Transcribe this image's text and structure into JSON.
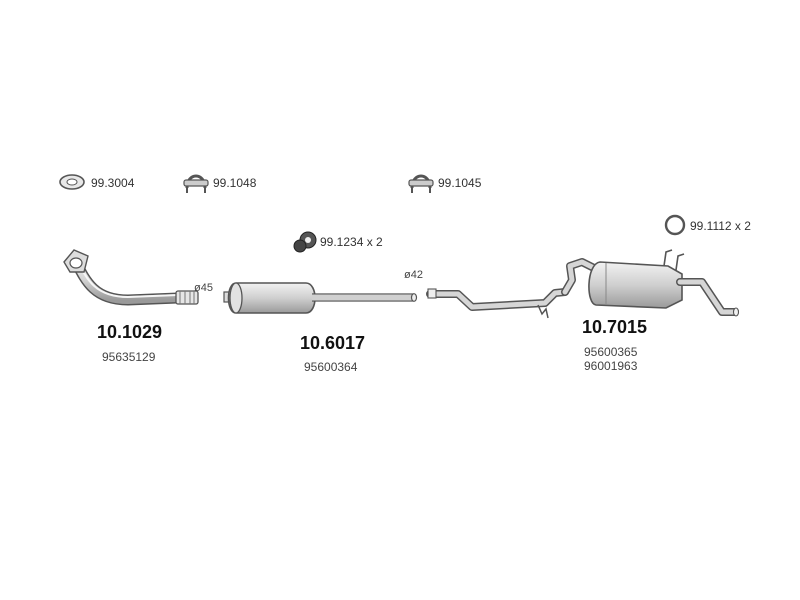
{
  "accessories": [
    {
      "code": "99.3004",
      "icon": "gasket-ring-icon"
    },
    {
      "code": "99.1048",
      "icon": "u-bolt-clamp-icon"
    },
    {
      "code": "99.1045",
      "icon": "u-bolt-clamp-icon"
    },
    {
      "code": "99.1234 x 2",
      "icon": "rubber-mount-icon"
    },
    {
      "code": "99.1112 x 2",
      "icon": "o-ring-icon"
    }
  ],
  "diameters": [
    "ø45",
    "ø42"
  ],
  "parts": [
    {
      "number": "10.1029",
      "oem": [
        "95635129"
      ],
      "icon": "front-pipe-icon"
    },
    {
      "number": "10.6017",
      "oem": [
        "95600364"
      ],
      "icon": "middle-silencer-icon"
    },
    {
      "number": "10.7015",
      "oem": [
        "95600365",
        "96001963"
      ],
      "icon": "rear-silencer-icon"
    }
  ],
  "colors": {
    "line": "#555555",
    "fill": "#d9d9d9",
    "text": "#222222"
  }
}
